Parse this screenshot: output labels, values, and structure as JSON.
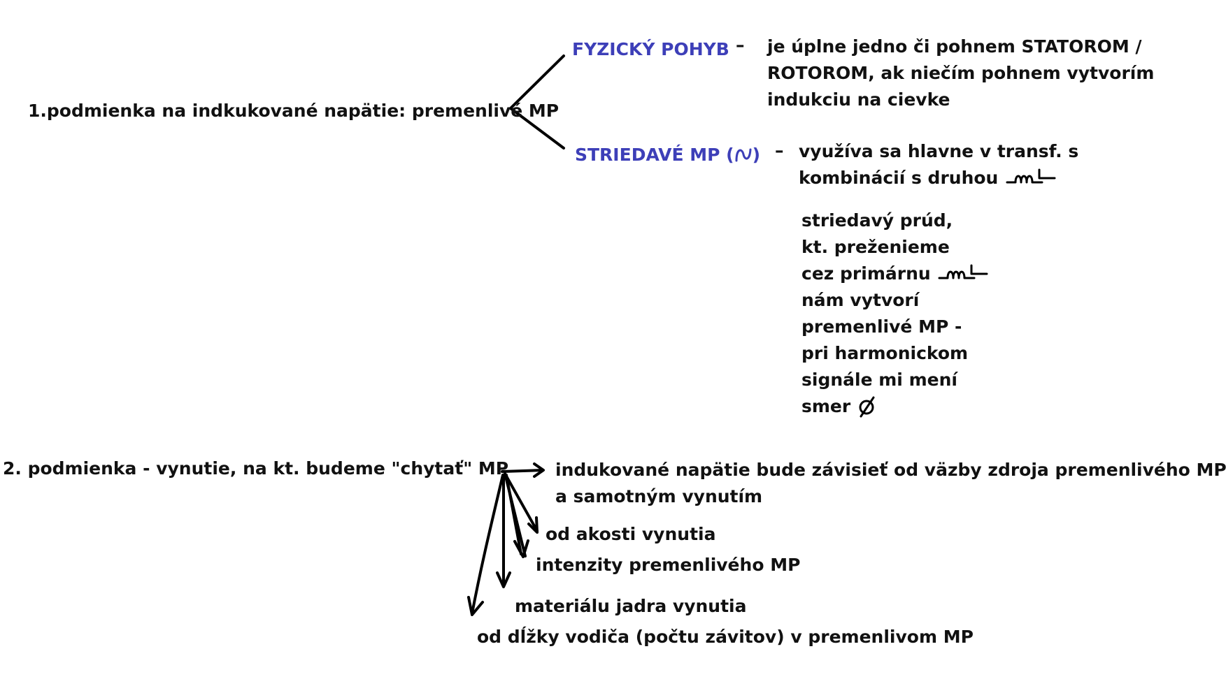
{
  "condition1": {
    "label": "1.podmienka na indkukované napätie: premenlivé MP",
    "branch_physical": {
      "title": "FYZICKÝ POHYB",
      "dash": "–",
      "lines": [
        "je úplne jedno či pohnem STATOROM /",
        "ROTOROM, ak niečím pohnem vytvorím",
        "indukciu na cievke"
      ]
    },
    "branch_alternating": {
      "title": "STRIEDAVÉ MP (",
      "title_close": ")",
      "dash": "–",
      "lines": [
        "využíva sa hlavne v transf. s",
        "kombinácií s druhou"
      ],
      "note_lines": [
        "striedavý prúd,",
        "kt. preženieme",
        "cez primárnu",
        "nám vytvorí",
        "premenlivé MP -",
        "pri harmonickom",
        "signále mi mení",
        "smer"
      ]
    }
  },
  "condition2": {
    "label": "2. podmienka - vynutie, na kt. budeme \"chytať\" MP",
    "arrow_main": [
      "indukované napätie bude závisieť od väzby zdroja premenlivého MP",
      "a samotným vynutím"
    ],
    "arrow_items": [
      "od akosti vynutia",
      "intenzity premenlivého MP",
      "materiálu jadra vynutia",
      "od dĺžky vodiča (počtu závitov) v premenlivom MP"
    ]
  },
  "colors": {
    "heading_blue": "#3d3fb8",
    "ink": "#111111"
  },
  "icons": [
    "coil-icon",
    "flux-phi-icon",
    "sine-wave-icon"
  ]
}
